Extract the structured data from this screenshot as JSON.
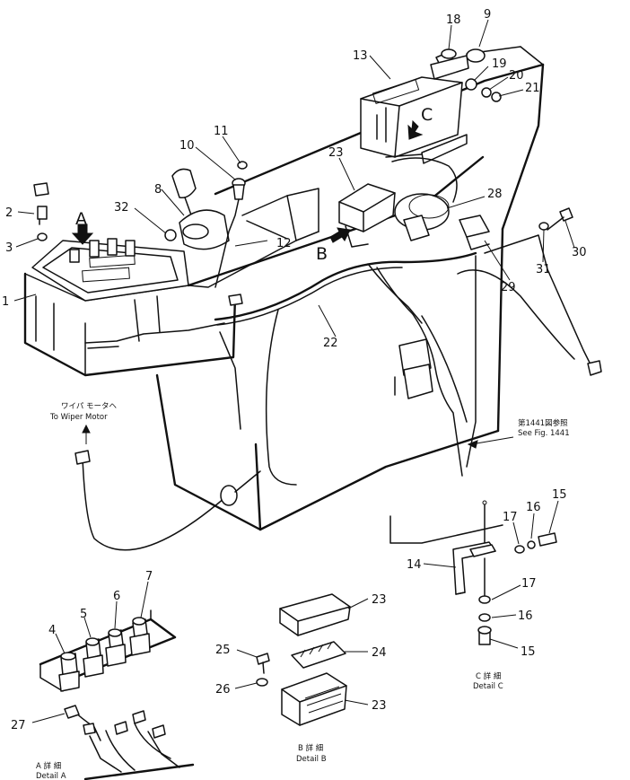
{
  "callouts": {
    "n1": "1",
    "n2": "2",
    "n3": "3",
    "n4": "4",
    "n5": "5",
    "n6": "6",
    "n7": "7",
    "n8": "8",
    "n9": "9",
    "n10": "10",
    "n11": "11",
    "n12": "12",
    "n13": "13",
    "n14": "14",
    "n15a": "15",
    "n15b": "15",
    "n16a": "16",
    "n16b": "16",
    "n17a": "17",
    "n17b": "17",
    "n18": "18",
    "n19": "19",
    "n20": "20",
    "n21": "21",
    "n22": "22",
    "n23a": "23",
    "n23b": "23",
    "n23c": "23",
    "n24": "24",
    "n25": "25",
    "n26": "26",
    "n27": "27",
    "n28": "28",
    "n29": "29",
    "n30": "30",
    "n31": "31",
    "n32": "32"
  },
  "view_letters": {
    "a": "A",
    "b": "B",
    "c": "C"
  },
  "notes": {
    "wiper_jp": "ワイパ モータヘ",
    "wiper_en": "To Wiper Motor",
    "see_fig_jp": "第1441図参照",
    "see_fig_en": "See Fig. 1441"
  },
  "details": {
    "a_jp": "A 詳 細",
    "a_en": "Detail A",
    "b_jp": "B 詳 細",
    "b_en": "Detail B",
    "c_jp": "C 詳 細",
    "c_en": "Detail C"
  }
}
